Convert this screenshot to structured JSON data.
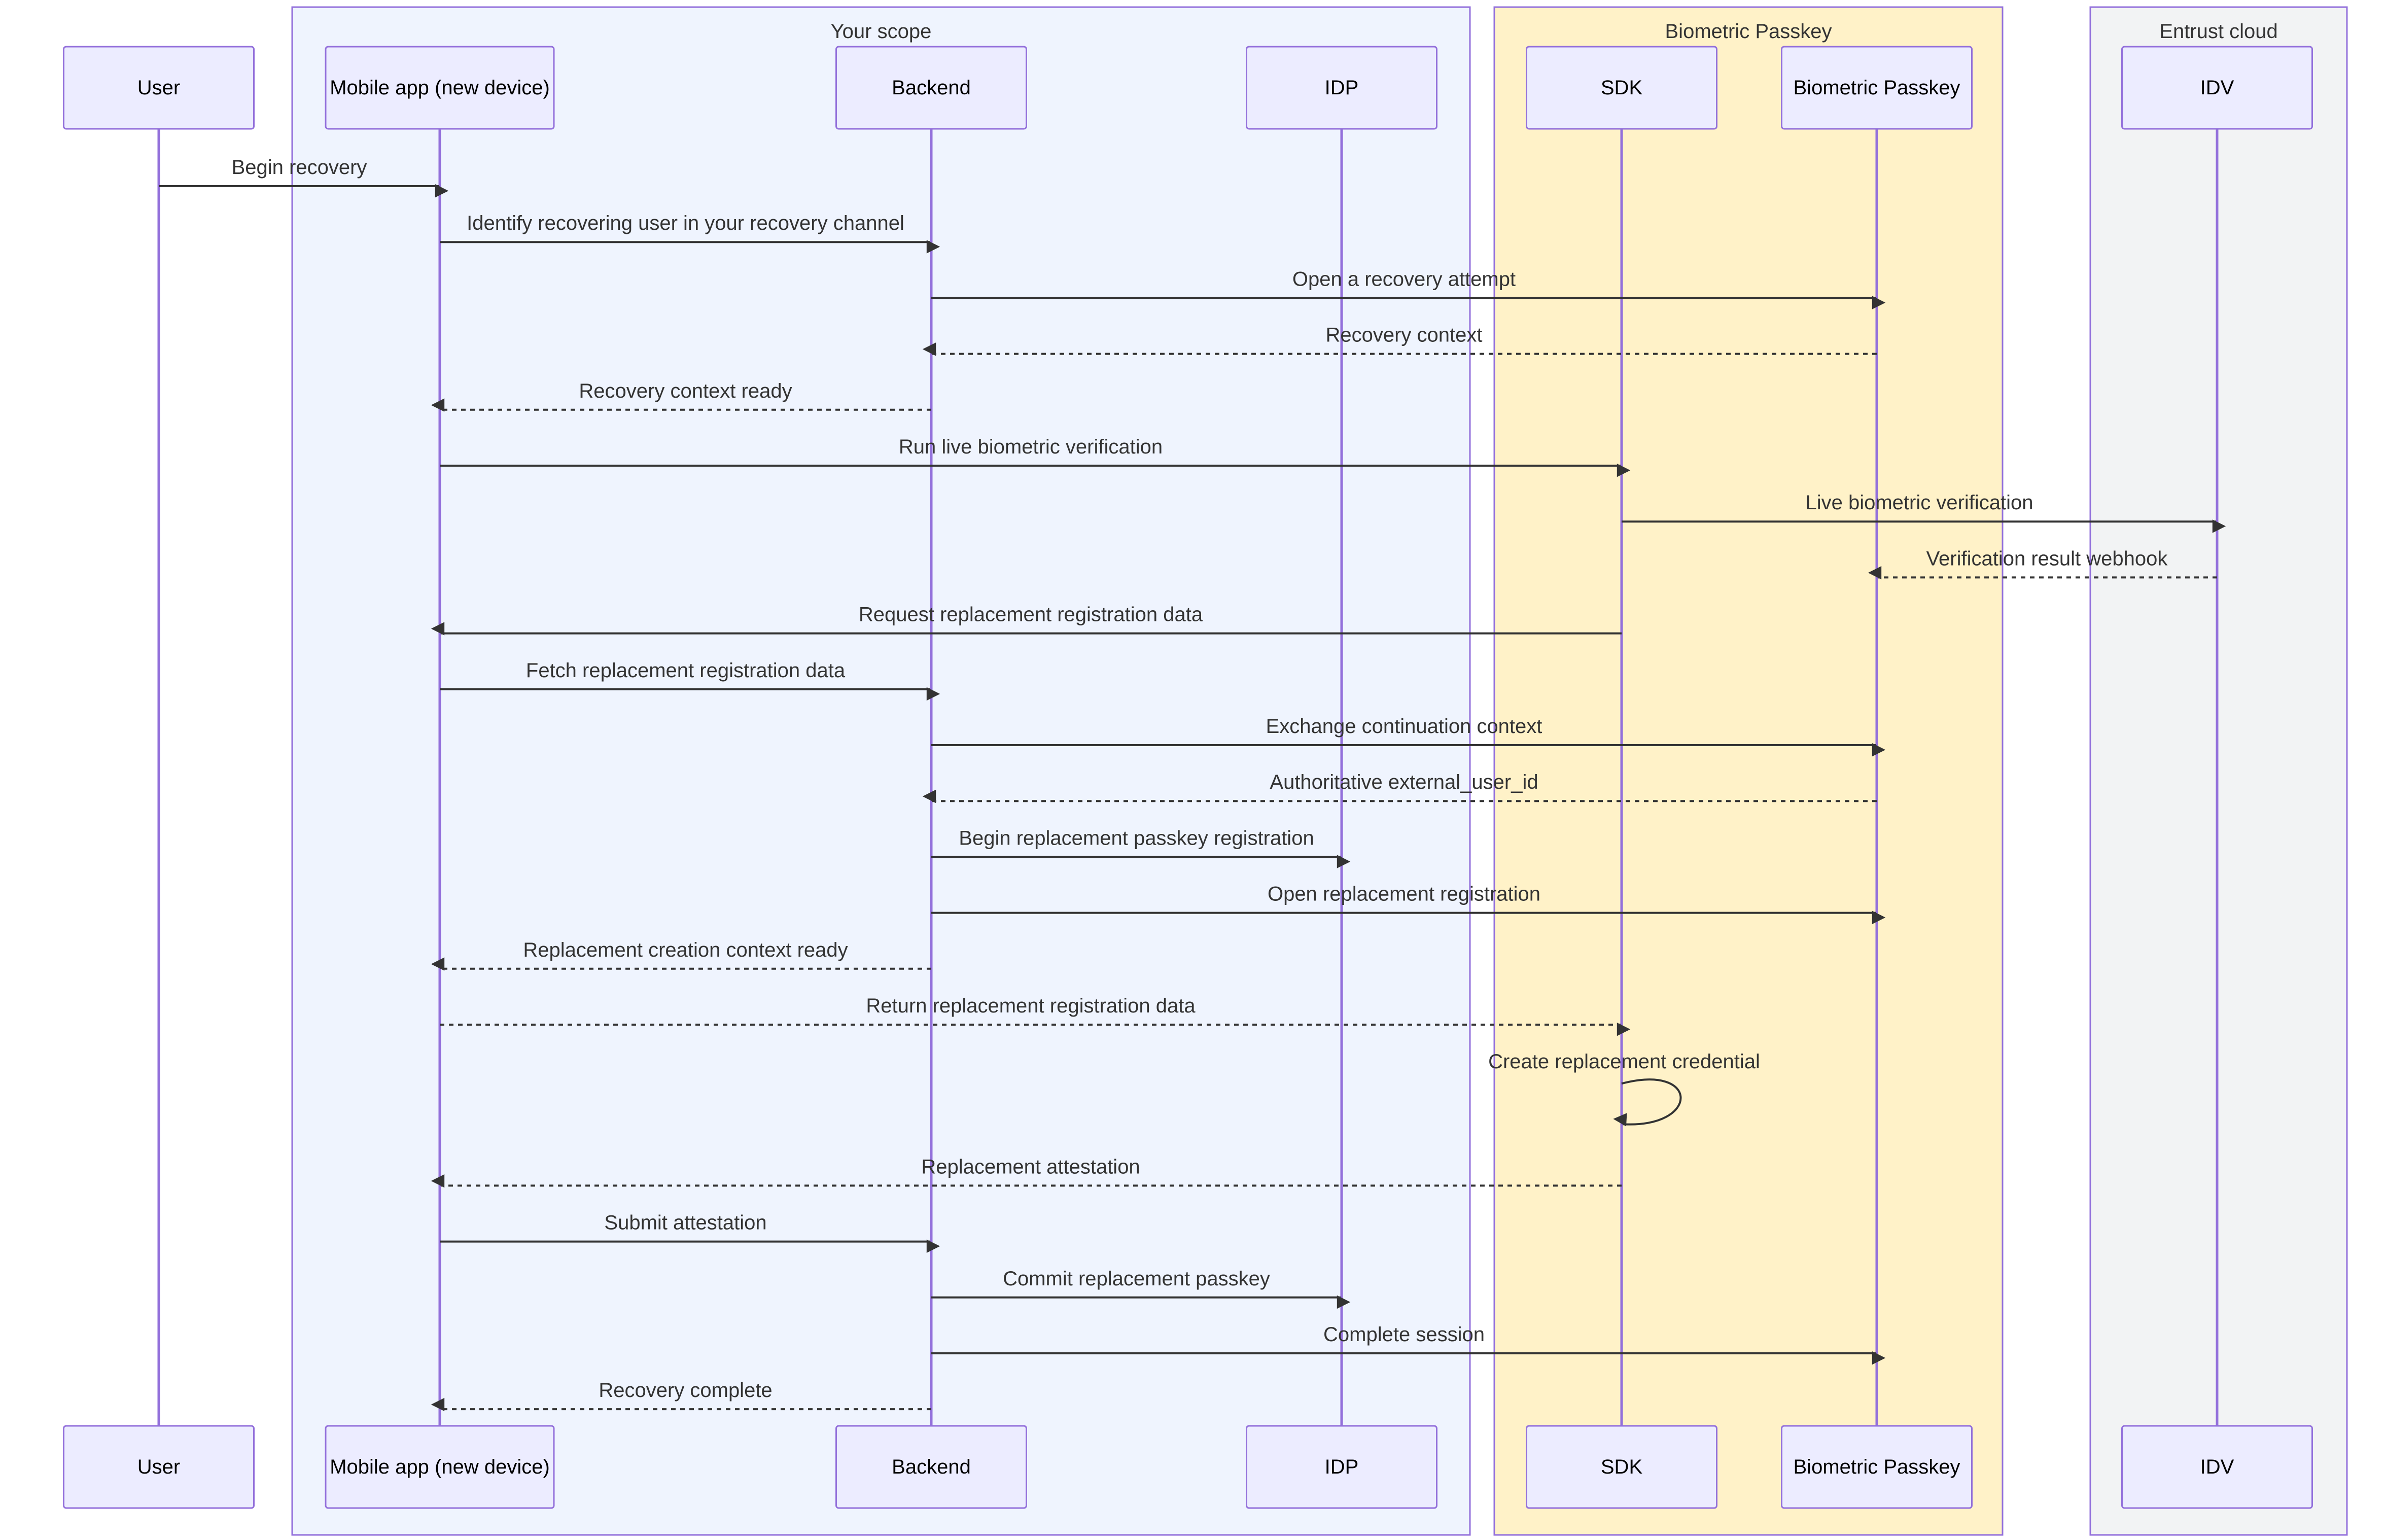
{
  "groups": [
    {
      "id": "scope",
      "label": "Your scope",
      "fill": "#EFF4FE",
      "stroke": "#9370DB"
    },
    {
      "id": "passkey",
      "label": "Biometric Passkey",
      "fill": "#FFF2C8",
      "stroke": "#9370DB"
    },
    {
      "id": "cloud",
      "label": "Entrust cloud",
      "fill": "#F2F3F4",
      "stroke": "#9370DB"
    }
  ],
  "participants": [
    {
      "id": "user",
      "label": "User"
    },
    {
      "id": "app",
      "label": "Mobile app (new device)"
    },
    {
      "id": "backend",
      "label": "Backend"
    },
    {
      "id": "idp",
      "label": "IDP"
    },
    {
      "id": "sdk",
      "label": "SDK"
    },
    {
      "id": "bp",
      "label": "Biometric Passkey"
    },
    {
      "id": "idv",
      "label": "IDV"
    }
  ],
  "messages": [
    {
      "from": "user",
      "to": "app",
      "label": "Begin recovery",
      "style": "solid"
    },
    {
      "from": "app",
      "to": "backend",
      "label": "Identify recovering user in your recovery channel",
      "style": "solid"
    },
    {
      "from": "backend",
      "to": "bp",
      "label": "Open a recovery attempt",
      "style": "solid"
    },
    {
      "from": "bp",
      "to": "backend",
      "label": "Recovery context",
      "style": "dashed"
    },
    {
      "from": "backend",
      "to": "app",
      "label": "Recovery context ready",
      "style": "dashed"
    },
    {
      "from": "app",
      "to": "sdk",
      "label": "Run live biometric verification",
      "style": "solid"
    },
    {
      "from": "sdk",
      "to": "idv",
      "label": "Live biometric verification",
      "style": "solid"
    },
    {
      "from": "idv",
      "to": "bp",
      "label": "Verification result webhook",
      "style": "dashed"
    },
    {
      "from": "sdk",
      "to": "app",
      "label": "Request replacement registration data",
      "style": "solid"
    },
    {
      "from": "app",
      "to": "backend",
      "label": "Fetch replacement registration data",
      "style": "solid"
    },
    {
      "from": "backend",
      "to": "bp",
      "label": "Exchange continuation context",
      "style": "solid"
    },
    {
      "from": "bp",
      "to": "backend",
      "label": "Authoritative external_user_id",
      "style": "dashed"
    },
    {
      "from": "backend",
      "to": "idp",
      "label": "Begin replacement passkey registration",
      "style": "solid"
    },
    {
      "from": "backend",
      "to": "bp",
      "label": "Open replacement registration",
      "style": "solid"
    },
    {
      "from": "backend",
      "to": "app",
      "label": "Replacement creation context ready",
      "style": "dashed"
    },
    {
      "from": "app",
      "to": "sdk",
      "label": "Return replacement registration data",
      "style": "dashed"
    },
    {
      "from": "sdk",
      "to": "sdk",
      "label": "Create replacement credential",
      "style": "solid"
    },
    {
      "from": "sdk",
      "to": "app",
      "label": "Replacement attestation",
      "style": "dashed"
    },
    {
      "from": "app",
      "to": "backend",
      "label": "Submit attestation",
      "style": "solid"
    },
    {
      "from": "backend",
      "to": "idp",
      "label": "Commit replacement passkey",
      "style": "solid"
    },
    {
      "from": "backend",
      "to": "bp",
      "label": "Complete session",
      "style": "solid"
    },
    {
      "from": "backend",
      "to": "app",
      "label": "Recovery complete",
      "style": "dashed"
    }
  ]
}
